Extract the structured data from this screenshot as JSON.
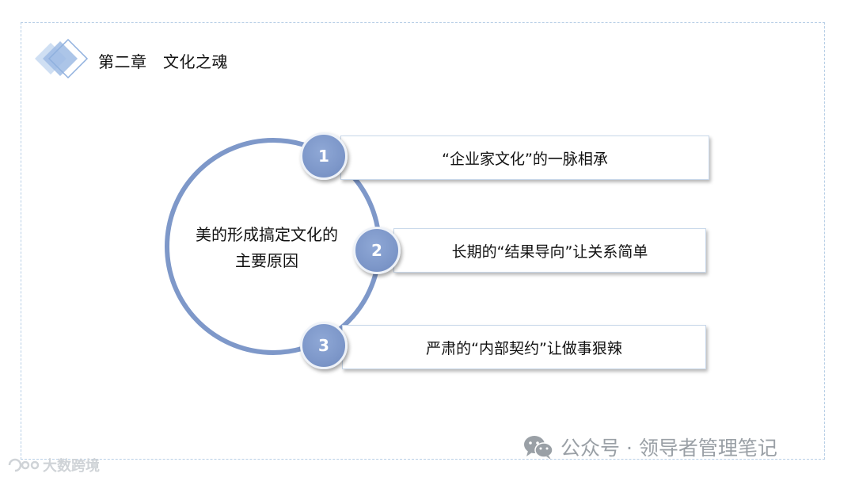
{
  "header": {
    "title": "第二章　文化之魂"
  },
  "diagram": {
    "center_lines": [
      "美的形成搞定文化的",
      "主要原因"
    ],
    "items": [
      {
        "number": "1",
        "text": "“企业家文化”的一脉相承"
      },
      {
        "number": "2",
        "text": "长期的“结果导向”让关系简单"
      },
      {
        "number": "3",
        "text": "严肃的“内部契约”让做事狠辣"
      }
    ]
  },
  "watermark": {
    "text": "公众号 · 领导者管理笔记"
  },
  "corner_logo": {
    "text": "大数跨境"
  },
  "colors": {
    "accent": "#7e98c9",
    "frame": "#b8cfe6",
    "watermark": "#9aa0a6"
  },
  "icons": {
    "header": "diamond-icon",
    "watermark": "wechat-icon",
    "corner": "logo-icon"
  }
}
